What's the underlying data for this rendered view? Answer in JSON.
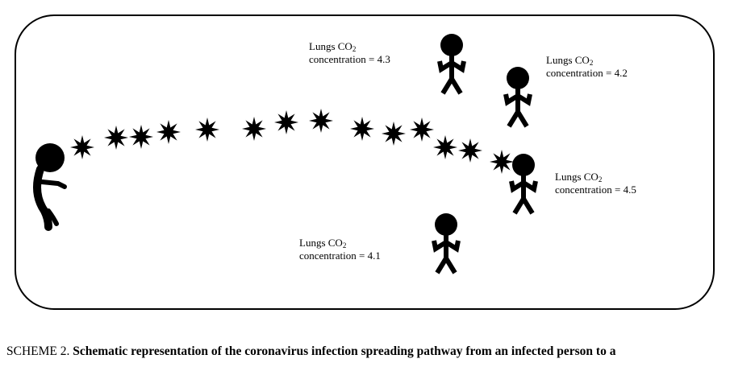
{
  "labels": [
    {
      "id": "person-a",
      "line1": "Lungs CO",
      "sub": "2",
      "line2": "concentration = 4.3"
    },
    {
      "id": "person-b",
      "line1": "Lungs CO",
      "sub": "2",
      "line2": "concentration = 4.2"
    },
    {
      "id": "person-c",
      "line1": "Lungs CO",
      "sub": "2",
      "line2": "concentration = 4.5"
    },
    {
      "id": "person-d",
      "line1": "Lungs CO",
      "sub": "2",
      "line2": "concentration = 4.1"
    }
  ],
  "caption": {
    "prefix": "SCHEME 2.",
    "text": " Schematic representation of the coronavirus infection spreading pathway from an infected person to a"
  },
  "colors": {
    "ink": "#000000",
    "background": "#ffffff"
  },
  "icons": [
    "infected-person-icon",
    "person-icon",
    "virus-particle-icon"
  ]
}
